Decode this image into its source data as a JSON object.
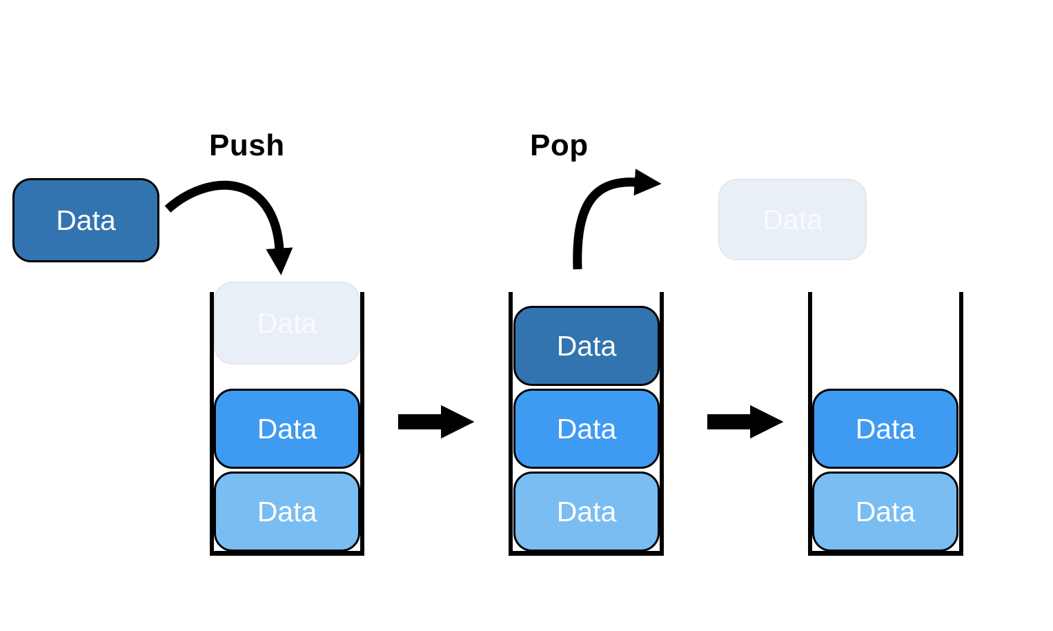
{
  "diagram": {
    "type": "stack-push-pop-illustration",
    "push_label": "Push",
    "pop_label": "Pop",
    "incoming_item": {
      "label": "Data",
      "state": "solid-dark"
    },
    "popped_item": {
      "label": "Data",
      "state": "ghost"
    },
    "stacks": [
      {
        "name": "stack-during-push",
        "items": [
          {
            "label": "Data",
            "state": "ghost-incoming"
          },
          {
            "label": "Data",
            "state": "medium-blue"
          },
          {
            "label": "Data",
            "state": "light-blue"
          }
        ]
      },
      {
        "name": "stack-after-push",
        "items": [
          {
            "label": "Data",
            "state": "dark-blue"
          },
          {
            "label": "Data",
            "state": "medium-blue"
          },
          {
            "label": "Data",
            "state": "light-blue"
          }
        ]
      },
      {
        "name": "stack-after-pop",
        "items": [
          {
            "label": "Data",
            "state": "medium-blue"
          },
          {
            "label": "Data",
            "state": "light-blue"
          }
        ]
      }
    ],
    "colors": {
      "dark_blue": "#3274AF",
      "medium_blue": "#3F9BF2",
      "light_blue": "#79BDF2",
      "ghost_fill": "#E9EFF6",
      "ghost_border": "#E1E7EF",
      "ghost_text": "#F8FAFD",
      "arrow_and_outline": "#000000",
      "background": "#FFFFFF"
    }
  }
}
